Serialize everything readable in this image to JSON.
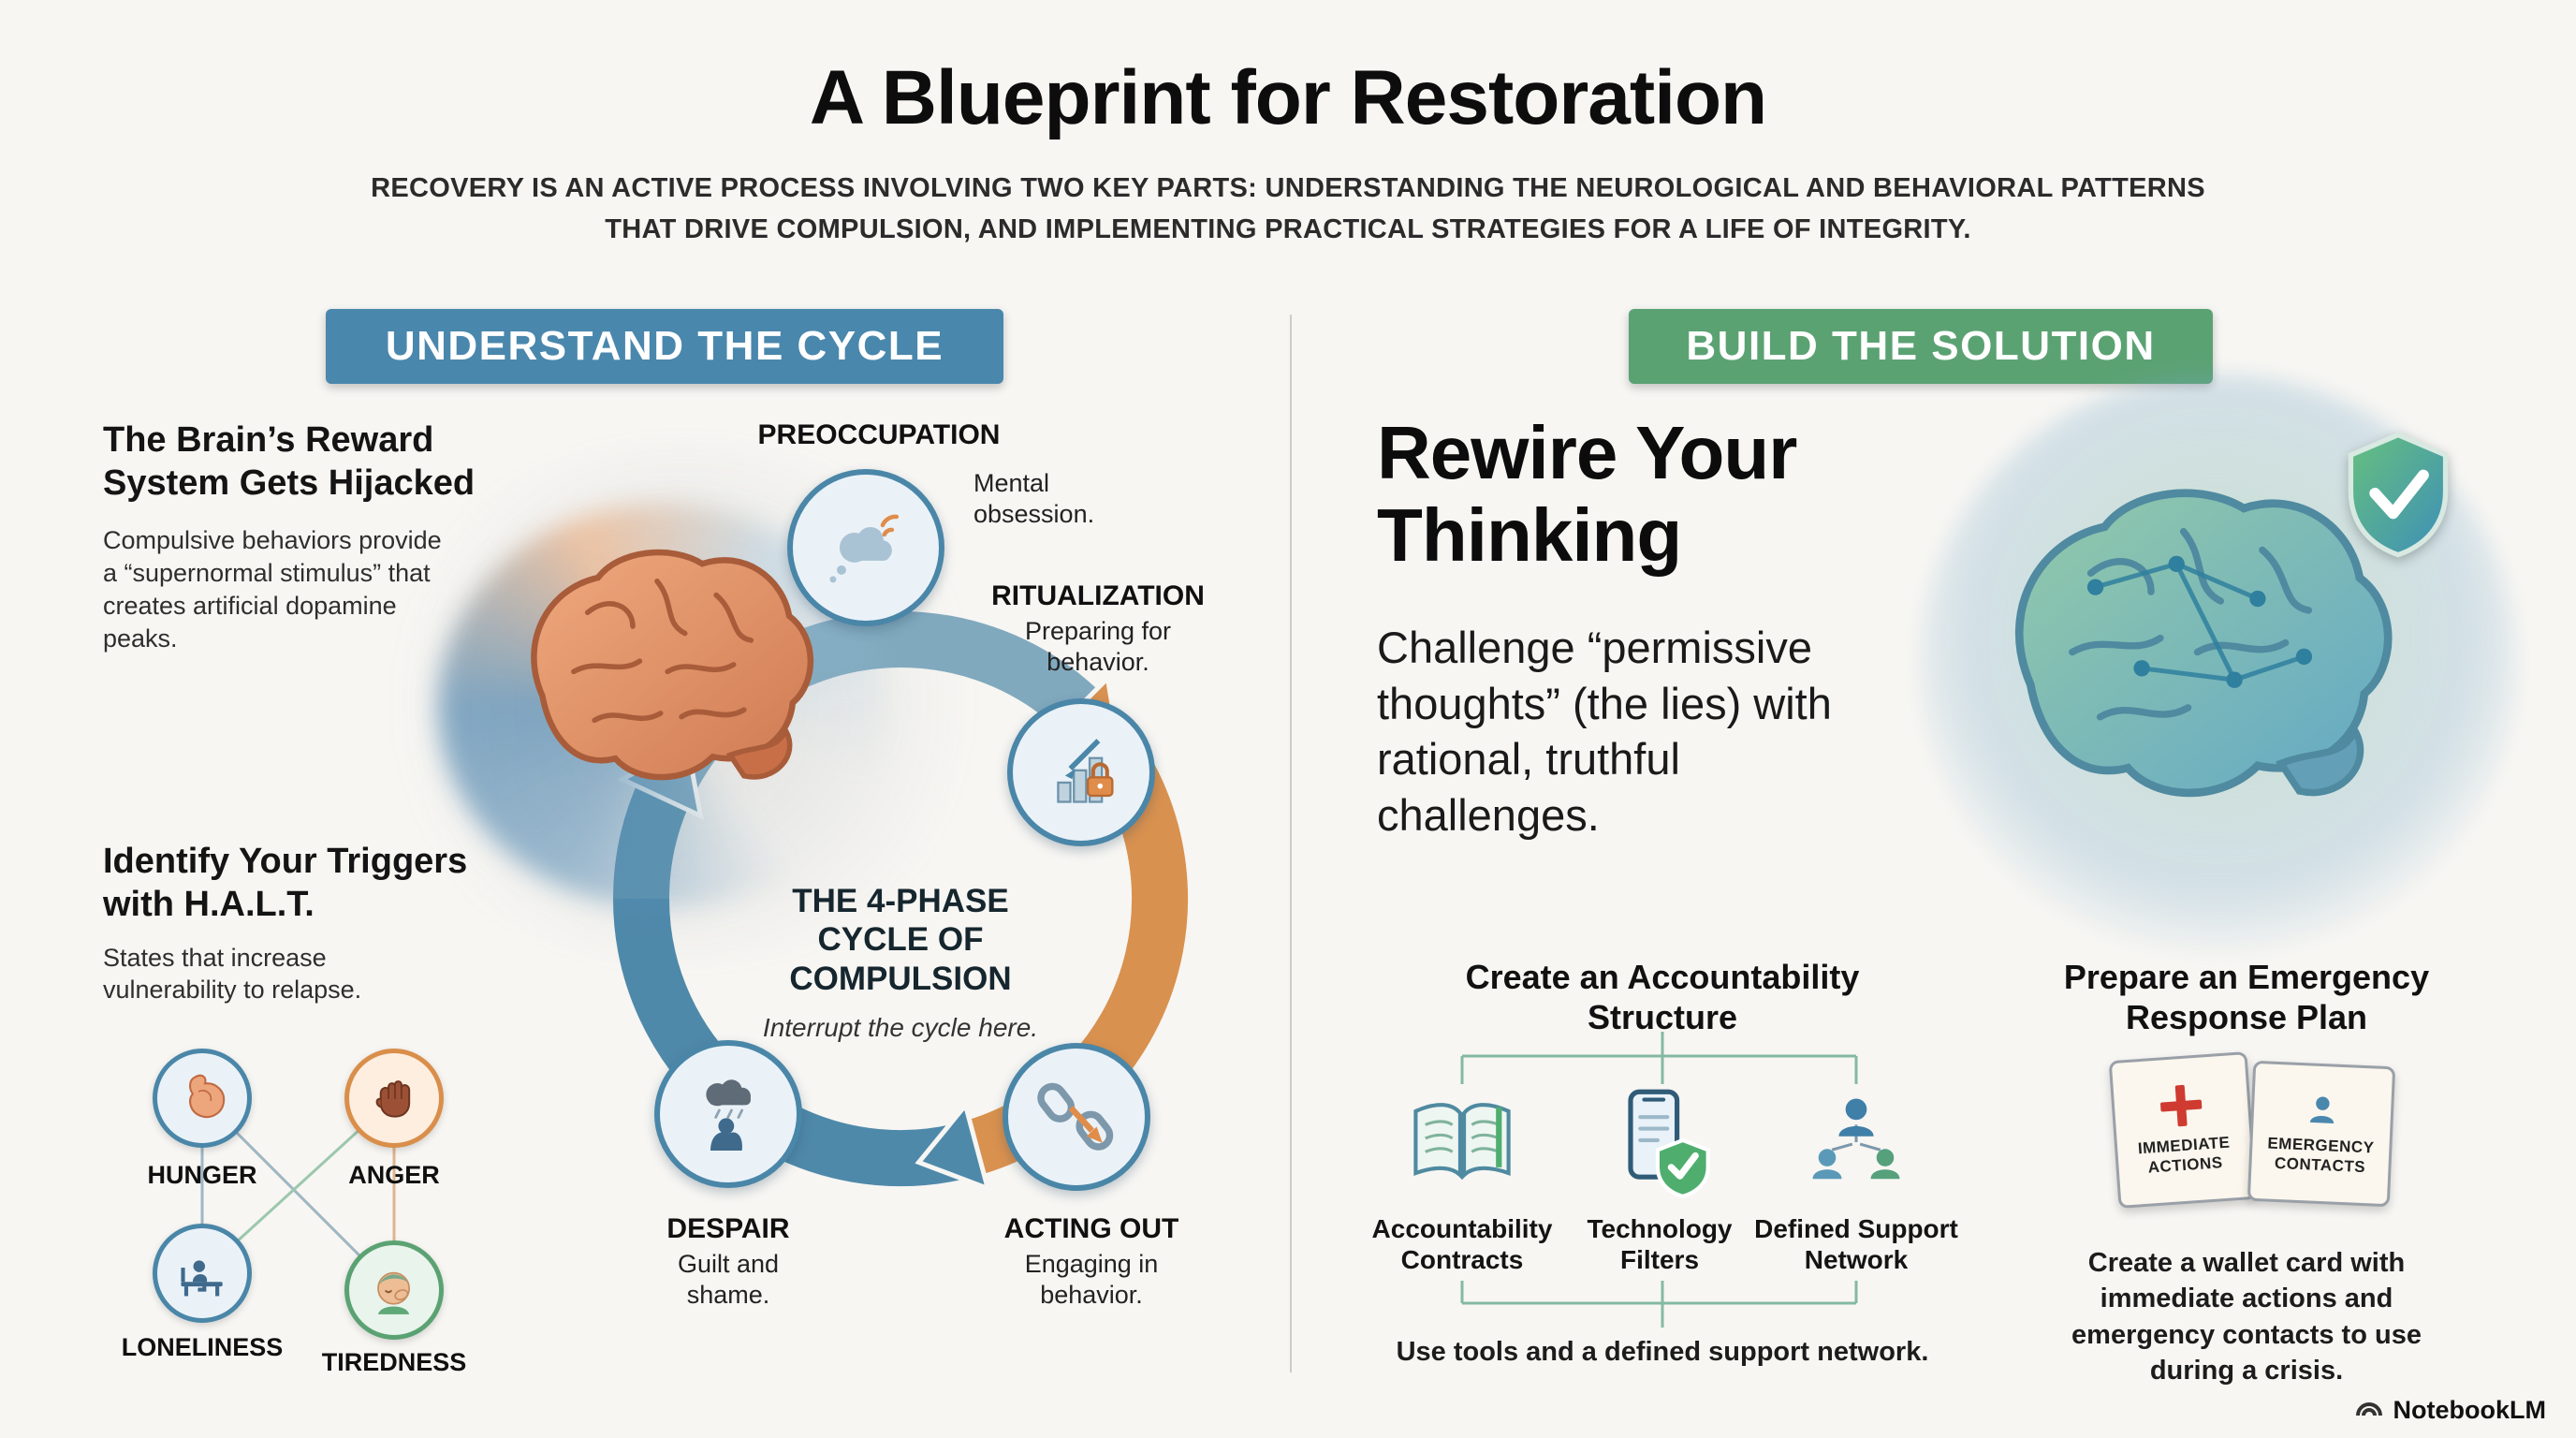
{
  "header": {
    "title": "A Blueprint for Restoration",
    "subtitle": "RECOVERY IS AN ACTIVE PROCESS INVOLVING TWO KEY PARTS: UNDERSTANDING THE NEUROLOGICAL AND BEHAVIORAL PATTERNS THAT DRIVE COMPULSION, AND IMPLEMENTING PRACTICAL STRATEGIES FOR A LIFE OF INTEGRITY."
  },
  "left": {
    "banner": "UNDERSTAND THE CYCLE",
    "hijack": {
      "title": "The Brain’s Reward System Gets Hijacked",
      "body": "Compulsive behaviors provide a “supernormal stimulus” that creates artificial dopamine peaks."
    },
    "cycle": {
      "center_title": "THE 4-PHASE CYCLE OF COMPULSION",
      "center_note": "Interrupt the cycle here.",
      "phases": [
        {
          "name": "PREOCCUPATION",
          "desc": "Mental obsession.",
          "icon": "thought-cloud-icon"
        },
        {
          "name": "RITUALIZATION",
          "desc": "Preparing for behavior.",
          "icon": "stairs-lock-icon"
        },
        {
          "name": "ACTING OUT",
          "desc": "Engaging in behavior.",
          "icon": "broken-chain-icon"
        },
        {
          "name": "DESPAIR",
          "desc": "Guilt and shame.",
          "icon": "rain-cloud-person-icon"
        }
      ]
    },
    "halt": {
      "title": "Identify Your Triggers with H.A.L.T.",
      "body": "States that increase vulnerability to relapse.",
      "triggers": [
        {
          "label": "HUNGER",
          "icon": "stomach-icon"
        },
        {
          "label": "ANGER",
          "icon": "fist-icon"
        },
        {
          "label": "LONELINESS",
          "icon": "person-on-bench-icon"
        },
        {
          "label": "TIREDNESS",
          "icon": "tired-face-icon"
        }
      ]
    }
  },
  "right": {
    "banner": "BUILD THE SOLUTION",
    "rewire": {
      "title": "Rewire Your Thinking",
      "body": "Challenge “permissive thoughts” (the lies) with rational, truthful challenges."
    },
    "accountability": {
      "title": "Create an Accountability Structure",
      "items": [
        {
          "label": "Accountability Contracts",
          "icon": "open-book-icon"
        },
        {
          "label": "Technology Filters",
          "icon": "phone-shield-icon"
        },
        {
          "label": "Defined Support Network",
          "icon": "people-network-icon"
        }
      ],
      "footer": "Use tools and a defined support network."
    },
    "emergency": {
      "title": "Prepare an Emergency Response Plan",
      "card_left": "IMMEDIATE ACTIONS",
      "card_right": "EMERGENCY CONTACTS",
      "body": "Create a wallet card with immediate actions and emergency contacts to use during a crisis."
    }
  },
  "brand": {
    "name": "NotebookLM"
  },
  "colors": {
    "banner_blue": "#4a87ad",
    "banner_green": "#5ba273",
    "cycle_blue": "#4a86a8",
    "cycle_orange": "#d98e4a"
  }
}
